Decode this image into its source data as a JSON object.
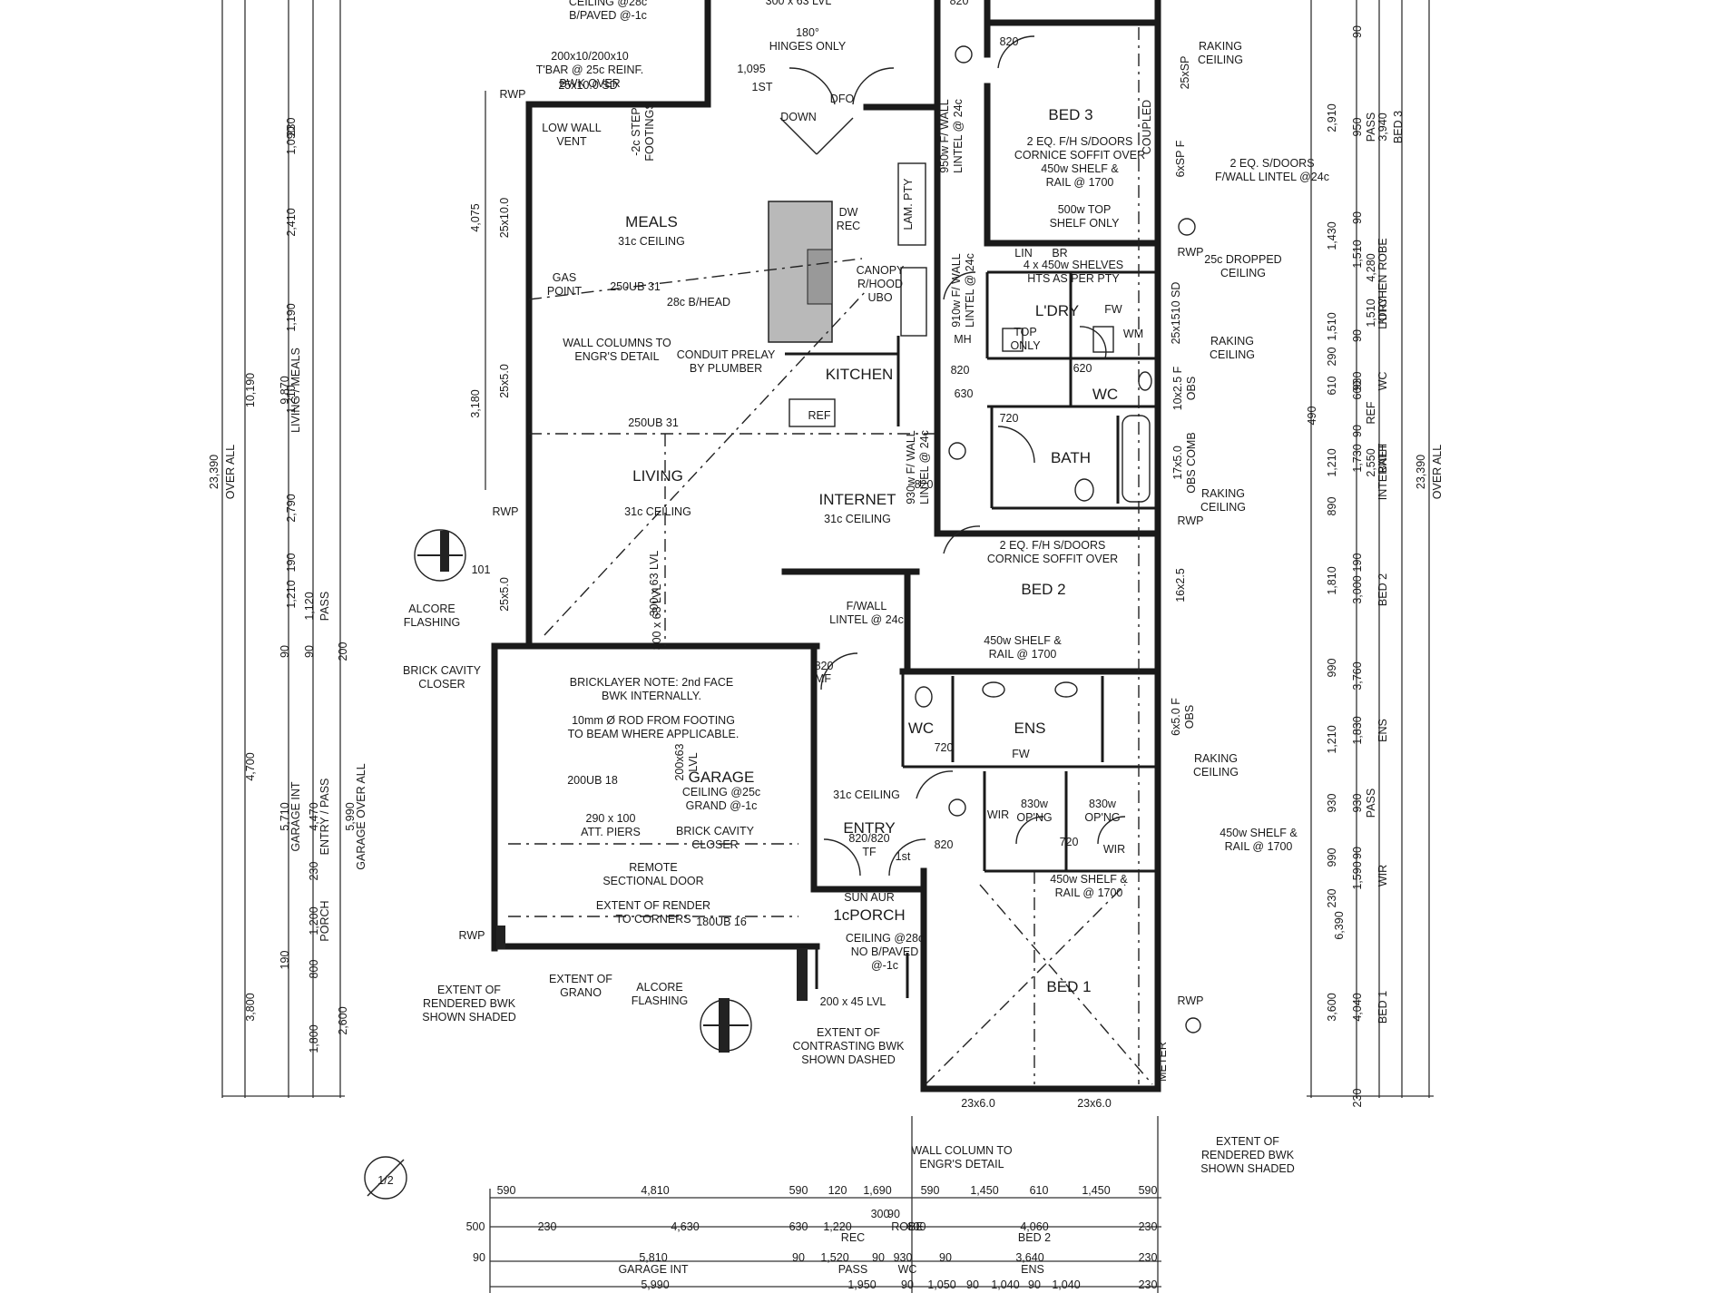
{
  "rooms": {
    "meals": "MEALS",
    "meals_ceiling": "31c CEILING",
    "living": "LIVING",
    "living_ceiling": "31c CEILING",
    "kitchen": "KITCHEN",
    "internet": "INTERNET",
    "internet_ceiling": "31c CEILING",
    "bed3": "BED 3",
    "bed2": "BED 2",
    "bed1": "BED 1",
    "bath": "BATH",
    "wc": "WC",
    "wc2": "WC",
    "ldry": "L'DRY",
    "ens": "ENS",
    "garage": "GARAGE",
    "entry": "ENTRY",
    "entry_ceiling": "31c CEILING",
    "porch": "1cPORCH",
    "porch_top": "SUN AUR"
  },
  "notes": {
    "low_wall_vent": "LOW WALL\nVENT",
    "step_footings": "-2c STEP\nFOOTINGS",
    "gas_point": "GAS\nPOINT",
    "beam_250ub": "250UB 31",
    "beam_250ub_b": "250UB 31",
    "bhead": "28c B/HEAD",
    "wall_columns": "WALL COLUMNS TO\nENGR'S DETAIL",
    "conduit": "CONDUIT PRELAY\nBY PLUMBER",
    "dw_rec": "DW\nREC",
    "canopy": "CANOPY\nR/HOOD\nUBO",
    "lam_pty": "LAM. PTY",
    "ref": "REF",
    "hinges": "180°\nHINGES ONLY",
    "down": "DOWN",
    "dfo": "DFO",
    "first": "1ST",
    "dim_1095": "1,095",
    "lvl_top": "300 x 63 LVL",
    "ceiling_28c": "CEILING @28c\nB/PAVED @-1c",
    "tbar": "200x10/200x10\nT'BAR @ 25c REINF.\nBWK OVER",
    "sd_25x10": "25x10.0 SD",
    "rwp1": "RWP",
    "rwp2": "RWP",
    "rwp3": "RWP",
    "rwp4": "RWP",
    "rwp5": "RWP",
    "rwp6": "RWP",
    "raking1": "RAKING\nCEILING",
    "raking2": "RAKING\nCEILING",
    "raking3": "RAKING\nCEILING",
    "raking4": "RAKING\nCEILING",
    "coupled": "COUPLED",
    "bed3_notes": "2 EQ. F/H S/DOORS\nCORNICE SOFFIT OVER\n450w SHELF &\nRAIL @ 1700",
    "top_shelf": "500w TOP\nSHELF ONLY",
    "lin": "LIN",
    "br": "BR",
    "s_doors": "2 EQ. S/DOORS\nF/WALL LINTEL @24c",
    "dropped": "25c DROPPED\nCEILING",
    "shelves": "4 x 450w SHELVES\nHTS AS PER PTY",
    "mh": "MH",
    "top_only": "TOP\nONLY",
    "wm": "WM",
    "fw": "FW",
    "lintel_950": "950w F/ WALL\nLINTEL @ 24c",
    "lintel_910": "910w F/ WALL\nLINTEL @ 24c",
    "lintel_930": "930w F/ WALL\nLINTEL @ 24c",
    "bed2_notes": "2 EQ. F/H S/DOORS\nCORNICE SOFFIT OVER",
    "bed2_shelf": "450w SHELF &\nRAIL @ 1700",
    "fwall_lintel": "F/WALL\nLINTEL @ 24c",
    "alcore1": "ALCORE\nFLASHING",
    "alcore2": "ALCORE\nFLASHING",
    "brick_closer": "BRICK CAVITY\nCLOSER",
    "bricklayer": "BRICKLAYER NOTE: 2nd FACE\nBWK INTERNALLY.",
    "rod": "10mm Ø ROD FROM FOOTING\nTO BEAM WHERE APPLICABLE.",
    "ub18": "200UB 18",
    "garage_ceiling": "CEILING @25c\nGRAND @-1c",
    "piers": "290 x 100\nATT. PIERS",
    "brick_closer2": "BRICK CAVITY\nCLOSER",
    "remote": "REMOTE\nSECTIONAL DOOR",
    "render": "EXTENT OF RENDER\nTO CORNERS",
    "ub16": "180UB 16",
    "mf": "MF",
    "porch_ceiling": "CEILING @28c\nNO B/PAVED\n@-1c",
    "lvl_200": "200 x 45 LVL",
    "wir1": "WIR",
    "wir2": "WIR",
    "opng1": "830w\nOP'NG",
    "opng2": "830w\nOP'NG",
    "wir_shelf1": "450w SHELF &\nRAIL @ 1700",
    "wir_shelf2": "450w SHELF &\nRAIL @ 1700",
    "entry_door": "820/820\nTF",
    "first2": "1st",
    "ext_render1": "EXTENT OF\nRENDERED BWK\nSHOWN SHADED",
    "ext_grano": "EXTENT OF\nGRANO",
    "ext_contrast": "EXTENT OF\nCONTRASTING BWK\nSHOWN DASHED",
    "wall_col2": "WALL COLUMN TO\nENGR'S DETAIL",
    "ext_render2": "EXTENT OF\nRENDERED BWK\nSHOWN SHADED",
    "d820a": "820",
    "d820b": "820",
    "d820c": "820",
    "d820d": "820",
    "d820e": "820",
    "d820f": "820",
    "d720a": "720",
    "d720b": "720",
    "d720c": "720",
    "d620": "620",
    "beam_23x6a": "23x6.0",
    "beam_23x6b": "23x6.0",
    "opng_630": "630",
    "porch_lvl": "300 x 63 LVL",
    "lvl_20063": "200x63\nLVL",
    "obs_1": "10x2.5 F\nOBS",
    "obs_2": "17x5.0\nOBS COMB",
    "obs_3": "6x5.0 F\nOBS",
    "sp1": "25xSP",
    "sp2": "6xSP F",
    "sd2": "25x1510 SD",
    "fw_ens": "FW",
    "lintel_16": "16x2.5",
    "d25x10": "25x10.0",
    "d25x5a": "25x5.0",
    "d25x5b": "25x5.0",
    "beam_300": "300 x 63 LVL",
    "meter": "METER",
    "tv_text": "101"
  },
  "left_dims": {
    "overall": "23,390",
    "overall_lbl": "OVER ALL",
    "a": [
      "230",
      "1,090",
      "2,410",
      "1,190",
      "1,210",
      "2,790",
      "190",
      "1,210"
    ],
    "b": [
      "4,075",
      "3,180"
    ],
    "c": [
      "10,190",
      "9,870",
      "LIVING / MEALS"
    ],
    "d": [
      "4,700",
      "3,800"
    ],
    "e": [
      "5,710",
      "GARAGE INT",
      "4,470",
      "ENTRY / PASS",
      "5,990",
      "GARAGE OVER ALL"
    ],
    "f": [
      "90",
      "90",
      "200",
      "1,120",
      "PASS",
      "230",
      "1,200",
      "PORCH",
      "190",
      "800",
      "1,800",
      "2,600"
    ]
  },
  "right_dims": {
    "overall": "23,390",
    "overall_lbl": "OVER ALL",
    "a": [
      "2,910",
      "1,430",
      "1,510",
      "290",
      "610",
      "490",
      "1,210",
      "890",
      "1,810",
      "990",
      "1,210",
      "930",
      "990",
      "230",
      "6,390",
      "3,600"
    ],
    "b": [
      "90",
      "950",
      "PASS",
      "3,940",
      "BED 3",
      "90",
      "1,510",
      "ROBE",
      "4,280",
      "KITCHEN",
      "1,510",
      "L'DRY",
      "90",
      "930",
      "WC",
      "600",
      "REF",
      "90",
      "1,730",
      "BATH",
      "2,550",
      "INTERNET",
      "190",
      "3,000",
      "BED 2",
      "3,760",
      "1,830",
      "ENS",
      "930",
      "PASS",
      "90",
      "1,590",
      "WIR",
      "4,040",
      "BED 1",
      "230"
    ]
  },
  "bottom_dims": {
    "row1": [
      "590",
      "4,810",
      "590",
      "120",
      "1,690",
      "590",
      "1,450",
      "610",
      "1,450",
      "590"
    ],
    "row2": [
      "500",
      "230",
      "4,630",
      "630",
      "1,220",
      "REC",
      "300",
      "90",
      "ROBE",
      "600",
      "4,060",
      "BED 2",
      "230"
    ],
    "row3": [
      "90",
      "5,810",
      "GARAGE INT",
      "90",
      "1,520",
      "PASS",
      "90",
      "930",
      "WC",
      "90",
      "3,640",
      "ENS",
      "230"
    ],
    "row4": [
      "5,990",
      "1,950",
      "90",
      "1,050",
      "90",
      "1,040",
      "90",
      "1,040",
      "230"
    ]
  },
  "north": "1/2"
}
